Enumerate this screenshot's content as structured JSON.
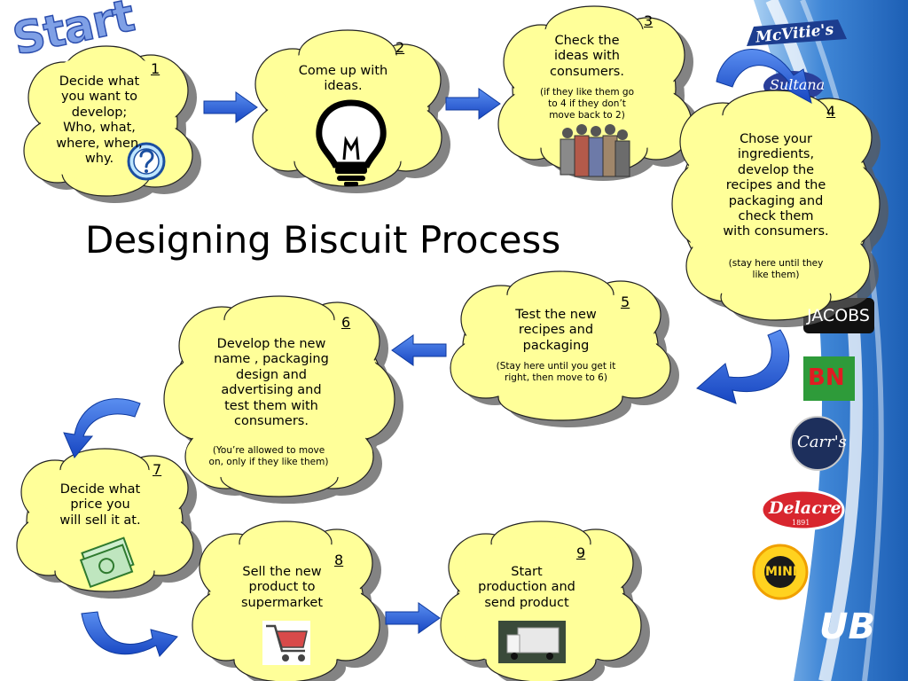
{
  "start_label": "Start",
  "title": "Designing Biscuit Process",
  "steps": [
    {
      "num": "1",
      "lines": [
        "Decide what",
        "you want to",
        "develop;",
        "Who, what,",
        "where, when,",
        "why."
      ],
      "note": ""
    },
    {
      "num": "2",
      "lines": [
        "Come up with",
        "ideas."
      ],
      "note": ""
    },
    {
      "num": "3",
      "lines": [
        "Check the",
        "ideas with",
        "consumers."
      ],
      "note": [
        "(if they like them go",
        "to 4 if they don’t",
        "move back to 2)"
      ]
    },
    {
      "num": "4",
      "lines": [
        "Chose your",
        "ingredients,",
        "develop the",
        "recipes and the",
        "packaging and",
        "check them",
        "with consumers."
      ],
      "note": [
        "(stay here  until they",
        "like them)"
      ]
    },
    {
      "num": "5",
      "lines": [
        "Test the new",
        "recipes and",
        "packaging"
      ],
      "note": [
        "(Stay here until you get it",
        "right, then move to 6)"
      ]
    },
    {
      "num": "6",
      "lines": [
        "Develop the new",
        "name , packaging",
        "design and",
        "advertising and",
        "test them with",
        "consumers."
      ],
      "note": [
        "(You’re allowed to move",
        "on, only if they like them)"
      ]
    },
    {
      "num": "7",
      "lines": [
        "Decide what",
        "price you",
        "will sell it at."
      ],
      "note": ""
    },
    {
      "num": "8",
      "lines": [
        "Sell the new",
        "product to",
        "supermarket"
      ],
      "note": ""
    },
    {
      "num": "9",
      "lines": [
        "Start",
        "production and",
        "send product"
      ],
      "note": ""
    }
  ],
  "brands": [
    "McVitie's",
    "Sultana",
    "JACOBS",
    "BN",
    "Carr's",
    "Delacre",
    "1891",
    "MINI",
    "UB"
  ],
  "colors": {
    "cloud_fill": "#ffff99",
    "cloud_shadow": "#5a5a5a",
    "arrow": "#1e5bd6",
    "panel_blue": "#2f73c9"
  }
}
